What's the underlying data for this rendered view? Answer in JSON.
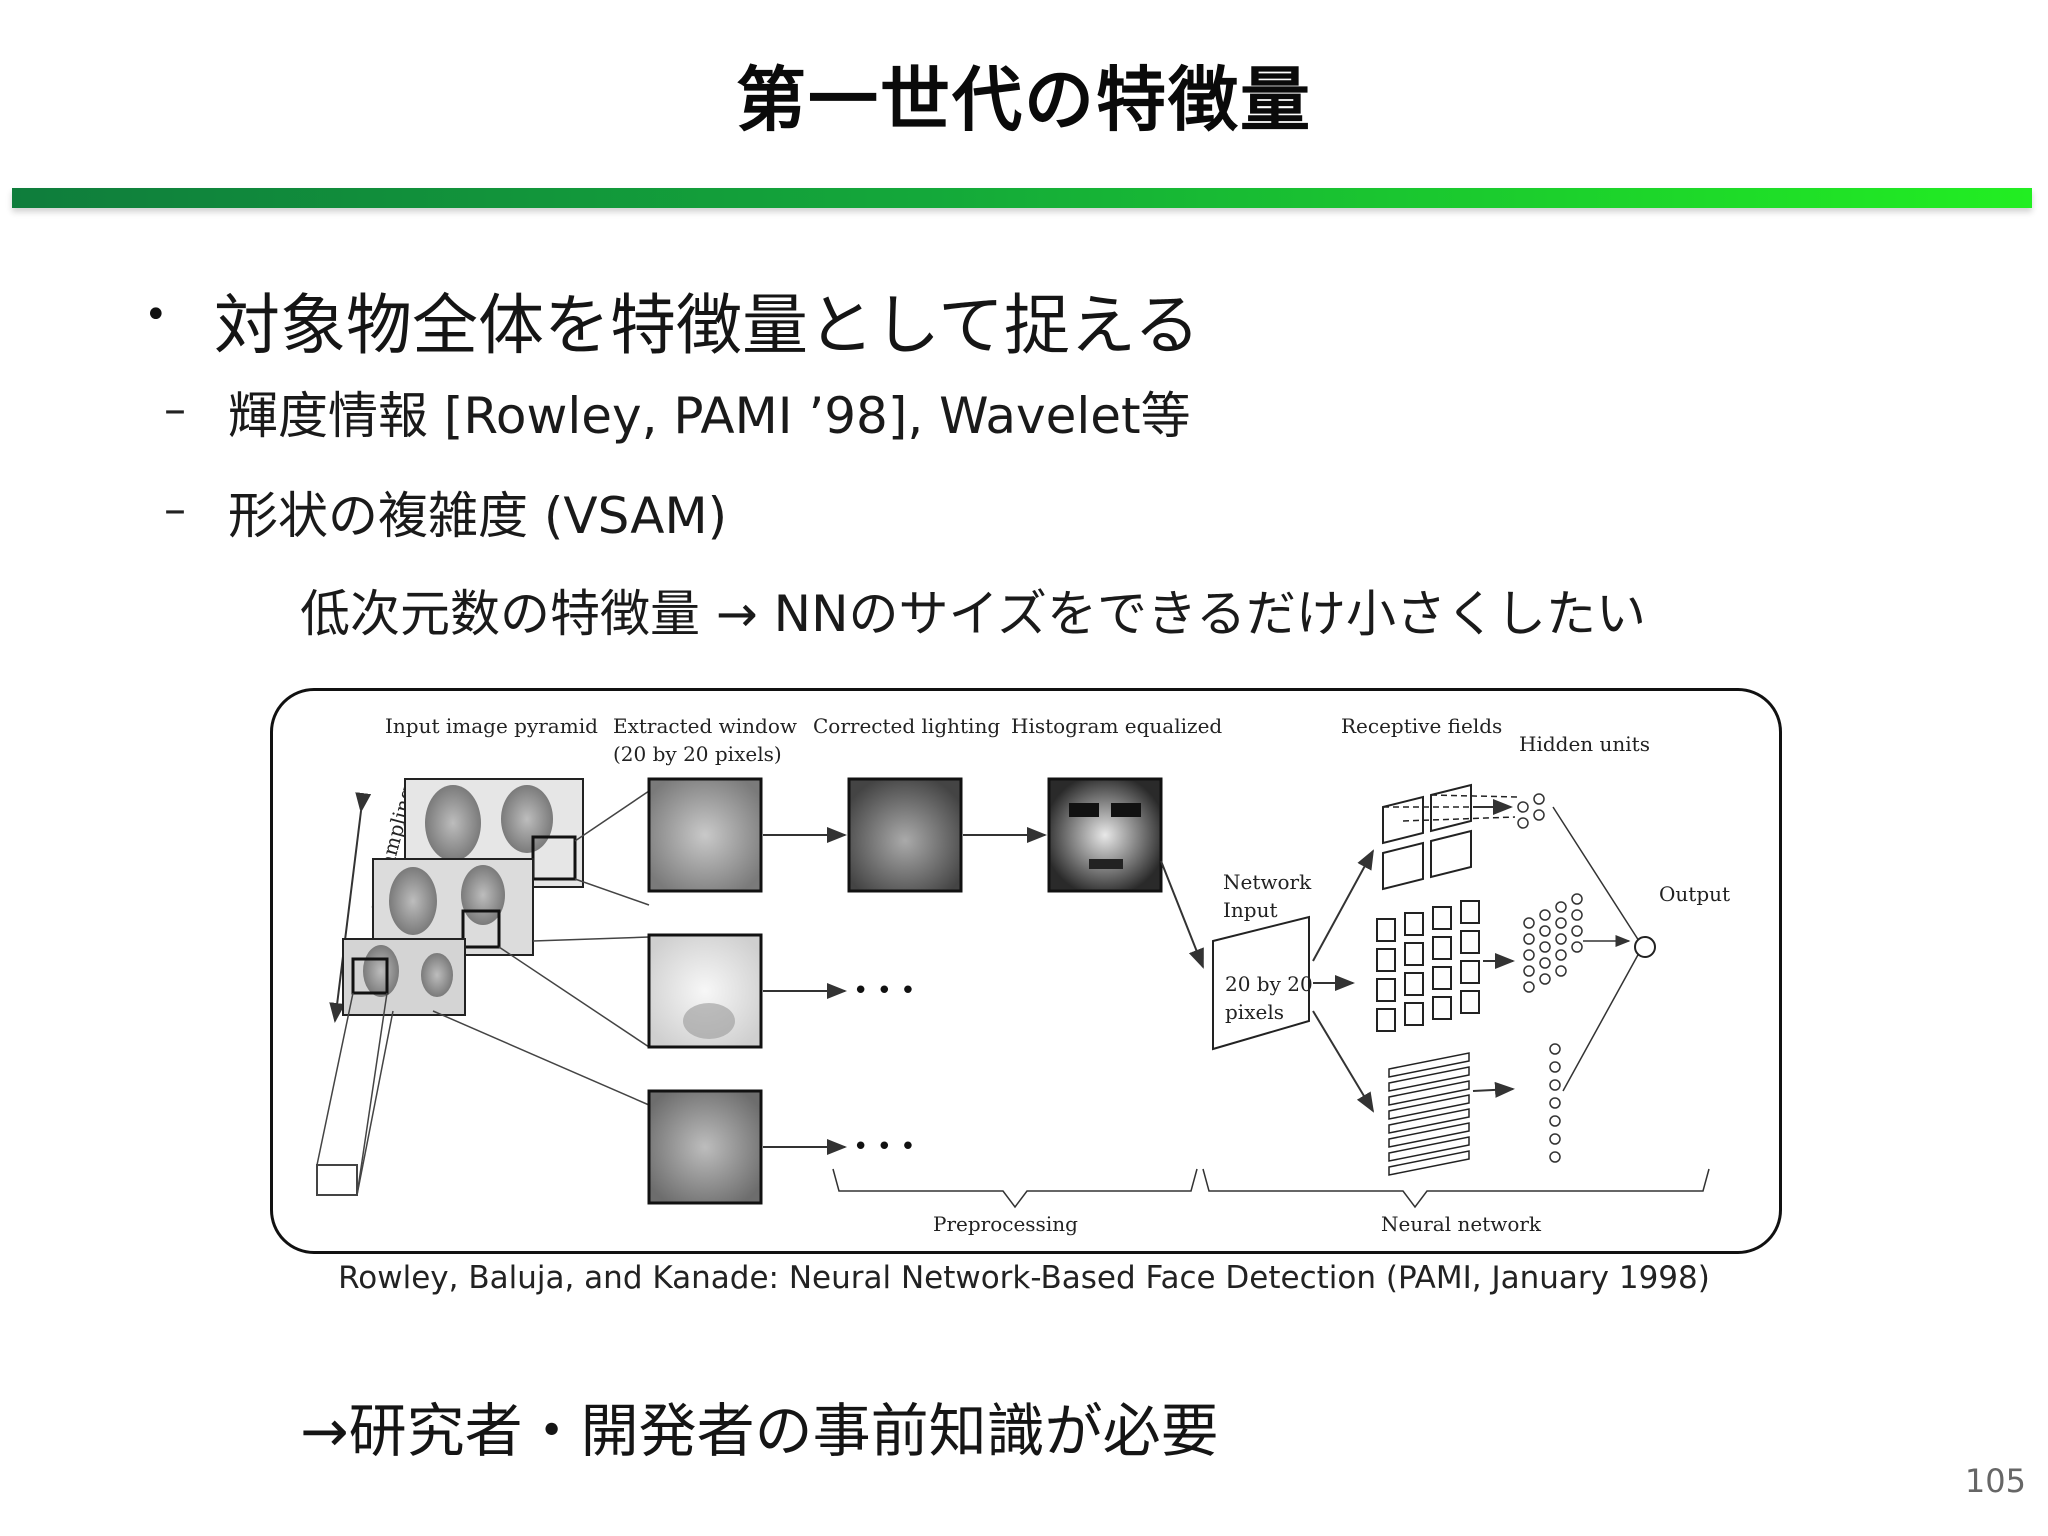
{
  "slide": {
    "title": "第一世代の特徴量",
    "bullet_main": "対象物全体を特徴量として捉える",
    "sub_items": [
      {
        "dash": "–",
        "text": "輝度情報 [Rowley, PAMI ’98], Wavelet等"
      },
      {
        "dash": "–",
        "text": "形状の複雑度 (VSAM)"
      }
    ],
    "note": "低次元数の特徴量 → NNのサイズをできるだけ小さくしたい",
    "citation": "Rowley, Baluja, and Kanade: Neural Network-Based Face Detection (PAMI, January 1998)",
    "conclusion": "→研究者・開発者の事前知識が必要",
    "page_number": "105",
    "bullet_symbol": "•"
  },
  "figure": {
    "labels": {
      "input_pyramid": "Input image pyramid",
      "extracted_window": "Extracted window",
      "extracted_window_size": "(20 by 20 pixels)",
      "corrected_lighting": "Corrected lighting",
      "histogram_equalized": "Histogram equalized",
      "receptive_fields": "Receptive fields",
      "hidden_units": "Hidden units",
      "network_input": "Network",
      "network_input_2": "Input",
      "input_size_1": "20 by 20",
      "input_size_2": "pixels",
      "output": "Output",
      "subsampling": "subsampling",
      "preprocessing": "Preprocessing",
      "neural_network": "Neural network",
      "ellipsis": "• • •"
    }
  },
  "colors": {
    "rule_start": "#0f7d3c",
    "rule_end": "#22ee22"
  }
}
